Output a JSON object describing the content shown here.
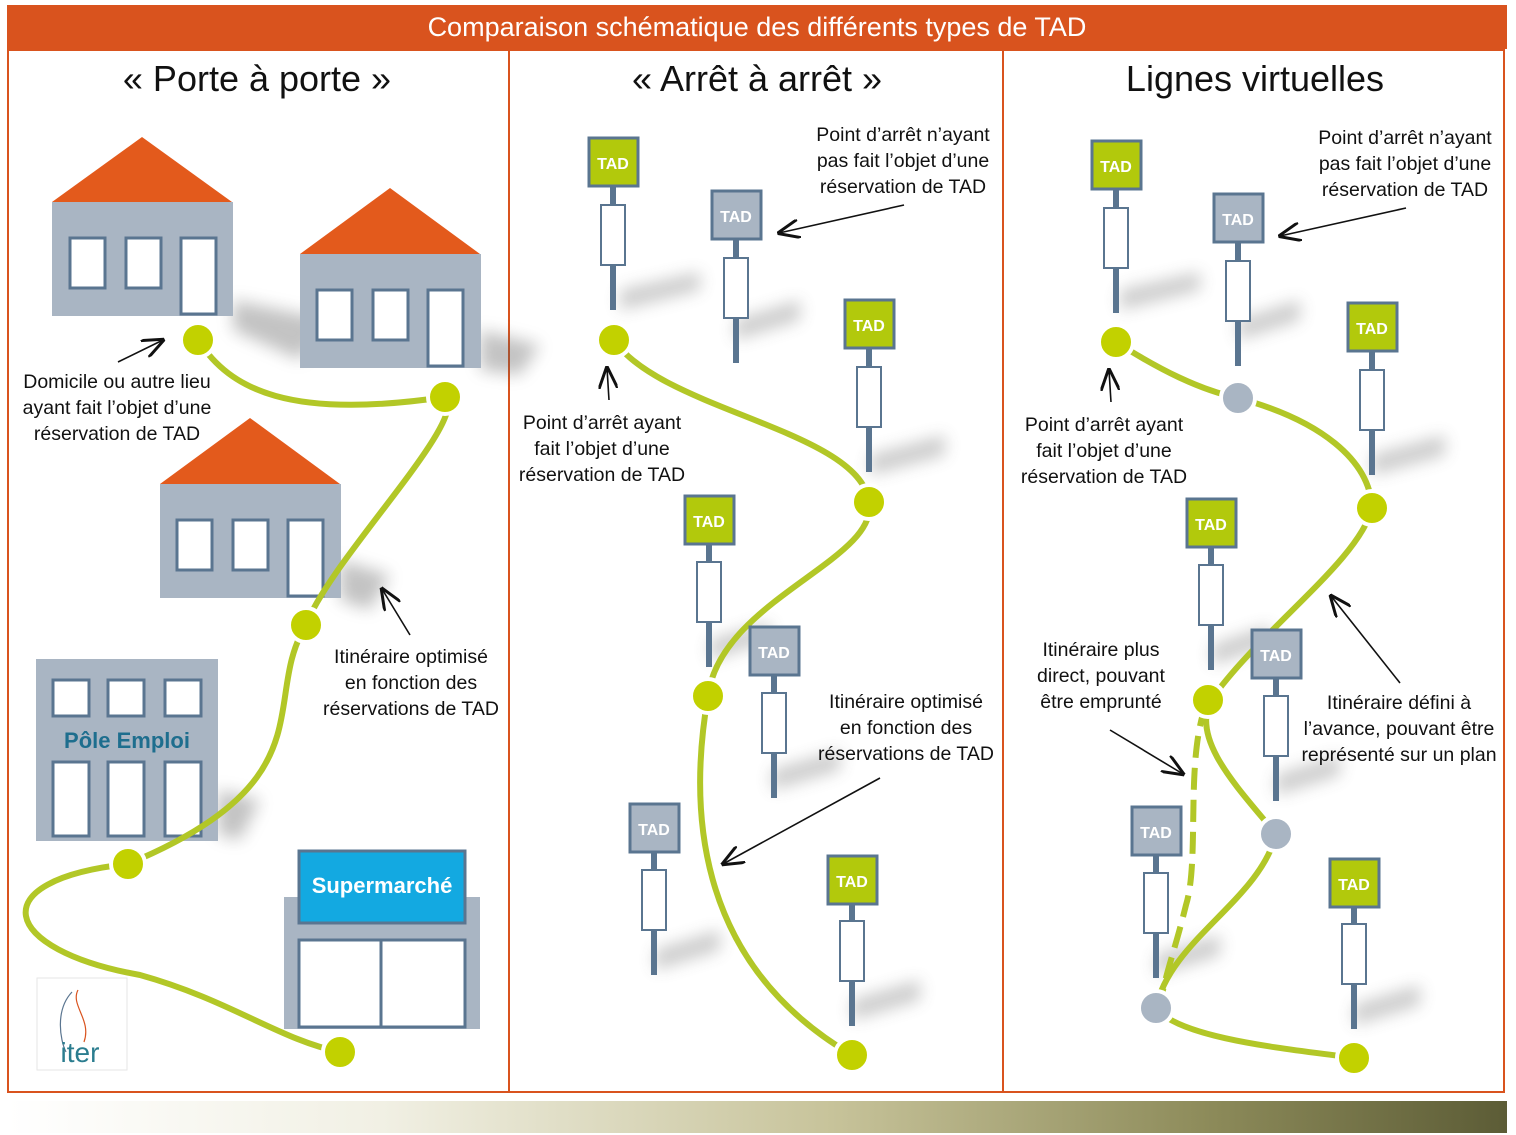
{
  "header": {
    "title": "Comparaison schématique des différents types de TAD"
  },
  "panels": [
    {
      "title": "« Porte à porte »"
    },
    {
      "title": "« Arrêt à arrêt »"
    },
    {
      "title": "Lignes virtuelles"
    }
  ],
  "panel1": {
    "buildings": {
      "pole_emploi": "Pôle Emploi",
      "supermarche": "Supermarché"
    },
    "annotations": {
      "domicile": [
        "Domicile ou autre lieu",
        "ayant fait l’objet d’une",
        "réservation de TAD"
      ],
      "itineraire": [
        "Itinéraire optimisé",
        "en fonction des",
        "réservations de TAD"
      ]
    },
    "logo_text": "iter"
  },
  "panel2": {
    "stop_sign": "TAD",
    "annotations": {
      "non_reserve": [
        "Point d’arrêt n’ayant",
        "pas fait l’objet d’une",
        "réservation de TAD"
      ],
      "reserve": [
        "Point d’arrêt ayant",
        "fait l’objet d’une",
        "réservation de TAD"
      ],
      "itineraire": [
        "Itinéraire optimisé",
        "en fonction des",
        "réservations de TAD"
      ]
    }
  },
  "panel3": {
    "stop_sign": "TAD",
    "annotations": {
      "non_reserve": [
        "Point d’arrêt n’ayant",
        "pas fait l’objet d’une",
        "réservation de TAD"
      ],
      "reserve": [
        "Point d’arrêt ayant",
        "fait l’objet d’une",
        "réservation de TAD"
      ],
      "direct": [
        "Itinéraire plus",
        "direct, pouvant",
        "être emprunté"
      ],
      "defini": [
        "Itinéraire défini à",
        "l’avance, pouvant être",
        "représenté sur un plan"
      ]
    }
  },
  "colors": {
    "header": "#d9531e",
    "roof": "#e35a1c",
    "building": "#a9b5c3",
    "route": "#b2c727",
    "dot": "#c2d100",
    "dot_grey": "#a9b5c3",
    "sign_green": "#b2c90c",
    "sign_grey": "#a9b5c3",
    "supermarket": "#13a9e1",
    "pole_emploi_text": "#1e6e8e"
  }
}
